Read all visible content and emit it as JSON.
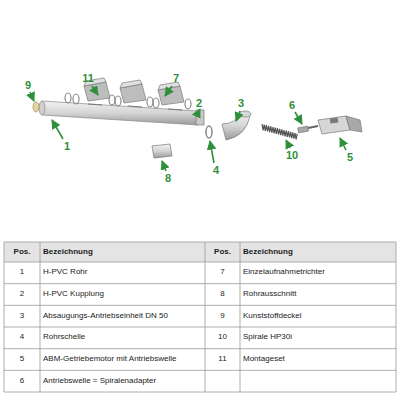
{
  "diagram": {
    "labels": [
      "9",
      "11",
      "7",
      "1",
      "2",
      "3",
      "6",
      "4",
      "10",
      "8",
      "5",
      "Pos.",
      "Bezeichnung",
      "Pos.",
      "Bezeichnung",
      "1",
      "H-PVC Rohr",
      "7",
      "Einzelaufnahmetrichter",
      "2",
      "H-PVC Kupplung",
      "8",
      "Rohrausschnitt",
      "3",
      "Absaugungs-Antriebseinheit DN 50",
      "9",
      "Kunststoffdeckel",
      "4",
      "Rohrschelle",
      "10",
      "Spirale HP30i",
      "5",
      "ABM-Getriebemotor mit Antriebswelle",
      "11",
      "Montageset",
      "6",
      "Antriebswelle = Spiralenadapter"
    ]
  }
}
